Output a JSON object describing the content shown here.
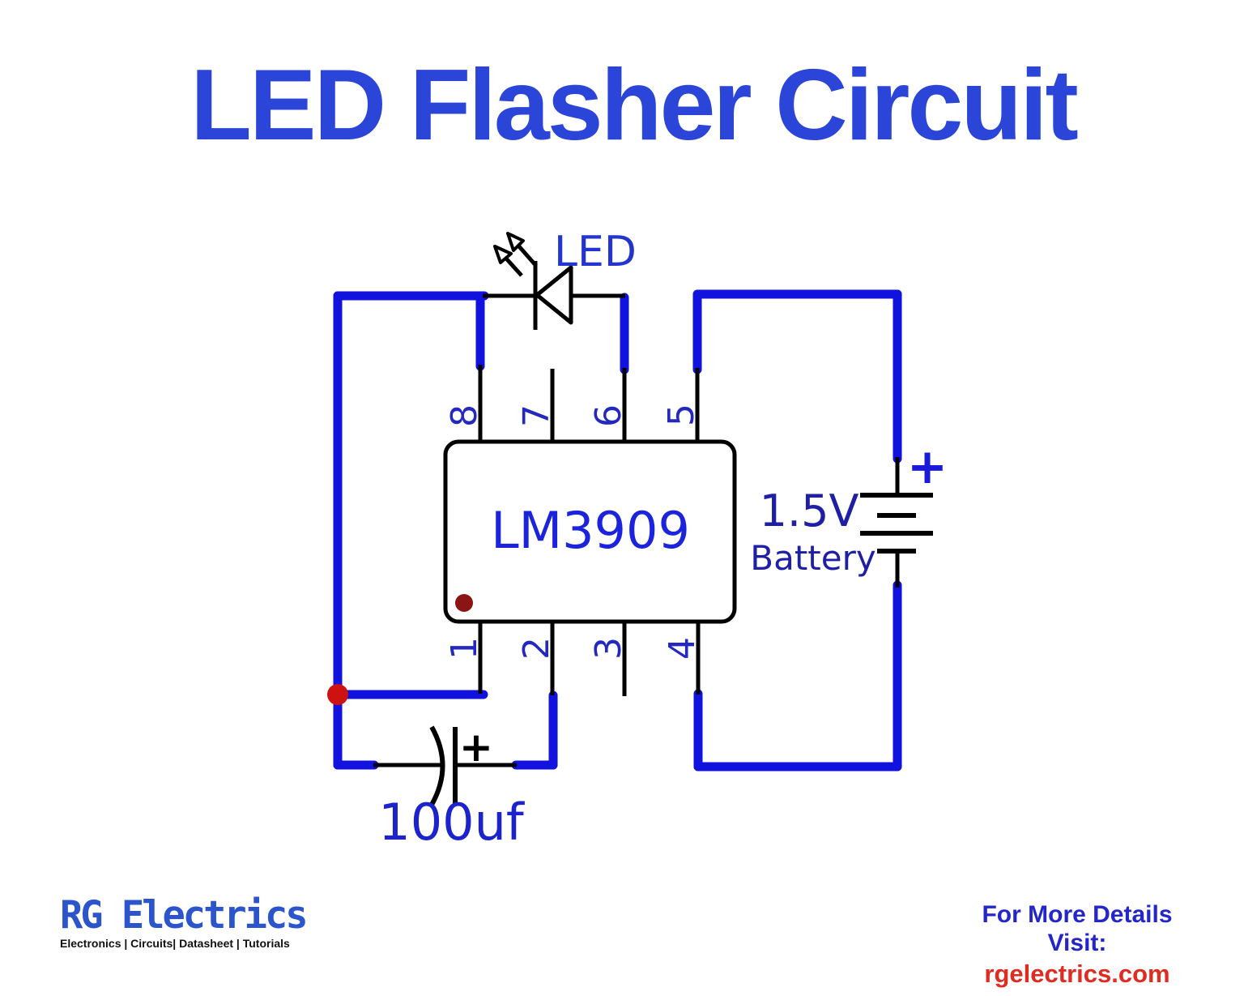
{
  "title": "LED Flasher Circuit",
  "circuit": {
    "led": {
      "label": "LED"
    },
    "ic": {
      "label": "LM3909",
      "pins_top": [
        "8",
        "7",
        "6",
        "5"
      ],
      "pins_bottom": [
        "1",
        "2",
        "3",
        "4"
      ]
    },
    "battery": {
      "voltage": "1.5V",
      "label": "Battery",
      "plus": "+"
    },
    "capacitor": {
      "value": "100uf",
      "plus": "+"
    }
  },
  "branding": {
    "logo_text": "RG Electrics",
    "logo_tagline": "Electronics | Circuits| Datasheet | Tutorials",
    "footer_cta": "For More Details Visit:",
    "footer_url": "rgelectrics.com"
  },
  "colors": {
    "wire_blue": "#1212DE",
    "title_blue": "#2B45D8",
    "led_label_blue": "#2335CE",
    "ic_text_blue": "#1B24DC",
    "pin_label_blue": "#2328C0",
    "battery_text_blue": "#1F1FA6",
    "battery_plus_blue": "#1A1AD8",
    "cap_value_blue": "#1B24CC",
    "junction_dot_red": "#CE1212",
    "pin1_marker_maroon": "#8B1414",
    "footer_cta_blue": "#2326C8",
    "footer_url_red": "#DF2B20",
    "logo_blue": "#2C55CC"
  }
}
